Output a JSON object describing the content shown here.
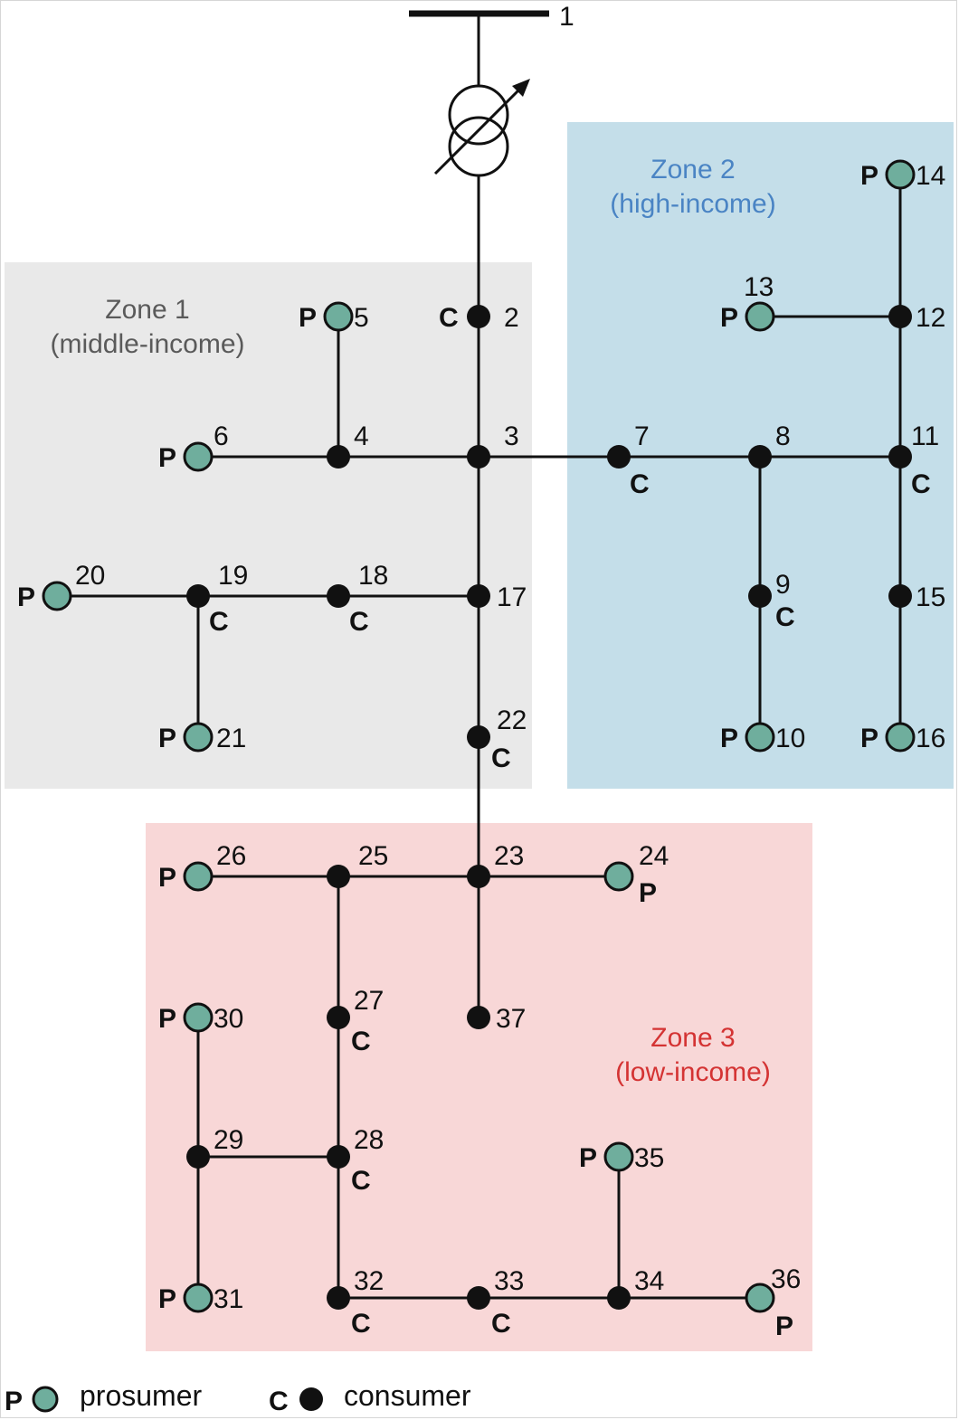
{
  "zones": [
    {
      "id": "zone1",
      "title": "Zone 1",
      "subtitle": "(middle-income)",
      "fill": "#e9e9e9",
      "text_color": "#5a5a5a"
    },
    {
      "id": "zone2",
      "title": "Zone 2",
      "subtitle": "(high-income)",
      "fill": "#c4dee9",
      "text_color": "#4a84c4"
    },
    {
      "id": "zone3",
      "title": "Zone 3",
      "subtitle": "(low-income)",
      "fill": "#f8d7d7",
      "text_color": "#d43333"
    }
  ],
  "slack_bus_label": "1",
  "buses": [
    {
      "id": "2",
      "type": "C"
    },
    {
      "id": "3",
      "type": ""
    },
    {
      "id": "4",
      "type": ""
    },
    {
      "id": "5",
      "type": "P"
    },
    {
      "id": "6",
      "type": "P"
    },
    {
      "id": "7",
      "type": "C"
    },
    {
      "id": "8",
      "type": ""
    },
    {
      "id": "9",
      "type": "C"
    },
    {
      "id": "10",
      "type": "P"
    },
    {
      "id": "11",
      "type": "C"
    },
    {
      "id": "12",
      "type": ""
    },
    {
      "id": "13",
      "type": "P"
    },
    {
      "id": "14",
      "type": "P"
    },
    {
      "id": "15",
      "type": ""
    },
    {
      "id": "16",
      "type": "P"
    },
    {
      "id": "17",
      "type": ""
    },
    {
      "id": "18",
      "type": "C"
    },
    {
      "id": "19",
      "type": "C"
    },
    {
      "id": "20",
      "type": "P"
    },
    {
      "id": "21",
      "type": "P"
    },
    {
      "id": "22",
      "type": "C"
    },
    {
      "id": "23",
      "type": ""
    },
    {
      "id": "24",
      "type": "P"
    },
    {
      "id": "25",
      "type": ""
    },
    {
      "id": "26",
      "type": "P"
    },
    {
      "id": "27",
      "type": "C"
    },
    {
      "id": "28",
      "type": "C"
    },
    {
      "id": "29",
      "type": ""
    },
    {
      "id": "30",
      "type": "P"
    },
    {
      "id": "31",
      "type": "P"
    },
    {
      "id": "32",
      "type": "C"
    },
    {
      "id": "33",
      "type": "C"
    },
    {
      "id": "34",
      "type": ""
    },
    {
      "id": "35",
      "type": "P"
    },
    {
      "id": "36",
      "type": "P"
    },
    {
      "id": "37",
      "type": ""
    }
  ],
  "edges": [
    [
      "2",
      "3"
    ],
    [
      "3",
      "4"
    ],
    [
      "4",
      "5"
    ],
    [
      "4",
      "6"
    ],
    [
      "3",
      "7"
    ],
    [
      "7",
      "8"
    ],
    [
      "8",
      "9"
    ],
    [
      "9",
      "10"
    ],
    [
      "8",
      "11"
    ],
    [
      "11",
      "12"
    ],
    [
      "12",
      "13"
    ],
    [
      "12",
      "14"
    ],
    [
      "11",
      "15"
    ],
    [
      "15",
      "16"
    ],
    [
      "3",
      "17"
    ],
    [
      "17",
      "18"
    ],
    [
      "18",
      "19"
    ],
    [
      "19",
      "20"
    ],
    [
      "19",
      "21"
    ],
    [
      "17",
      "22"
    ],
    [
      "22",
      "23"
    ],
    [
      "23",
      "24"
    ],
    [
      "23",
      "25"
    ],
    [
      "25",
      "26"
    ],
    [
      "25",
      "27"
    ],
    [
      "27",
      "28"
    ],
    [
      "28",
      "29"
    ],
    [
      "29",
      "30"
    ],
    [
      "29",
      "31"
    ],
    [
      "28",
      "32"
    ],
    [
      "32",
      "33"
    ],
    [
      "33",
      "34"
    ],
    [
      "34",
      "35"
    ],
    [
      "34",
      "36"
    ],
    [
      "23",
      "37"
    ]
  ],
  "legend": {
    "prosumer_letter": "P",
    "prosumer_label": "prosumer",
    "consumer_letter": "C",
    "consumer_label": "consumer"
  },
  "colors": {
    "prosumer_fill": "#6fae9d",
    "consumer_fill": "#111111",
    "line": "#111111"
  }
}
